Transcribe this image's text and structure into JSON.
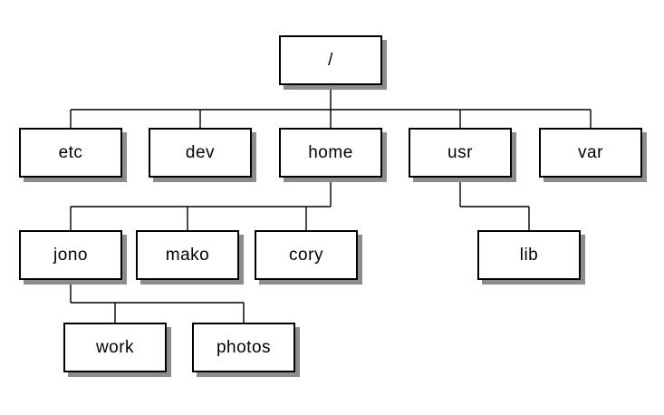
{
  "diagram": {
    "kind": "filesystem-tree",
    "background": "#ffffff",
    "node_style": {
      "fill": "#ffffff",
      "border_color": "#000000",
      "shadow_color": "#8c8c8c",
      "text_color": "#000000",
      "line_color": "#000000"
    },
    "nodes": [
      {
        "id": "root",
        "label": "/"
      },
      {
        "id": "etc",
        "label": "etc"
      },
      {
        "id": "dev",
        "label": "dev"
      },
      {
        "id": "home",
        "label": "home"
      },
      {
        "id": "usr",
        "label": "usr"
      },
      {
        "id": "var",
        "label": "var"
      },
      {
        "id": "jono",
        "label": "jono"
      },
      {
        "id": "mako",
        "label": "mako"
      },
      {
        "id": "cory",
        "label": "cory"
      },
      {
        "id": "lib",
        "label": "lib"
      },
      {
        "id": "work",
        "label": "work"
      },
      {
        "id": "photos",
        "label": "photos"
      }
    ],
    "hierarchy": {
      "/": [
        "etc",
        "dev",
        "home",
        "usr",
        "var"
      ],
      "home": [
        "jono",
        "mako",
        "cory"
      ],
      "usr": [
        "lib"
      ],
      "jono": [
        "work",
        "photos"
      ]
    }
  }
}
